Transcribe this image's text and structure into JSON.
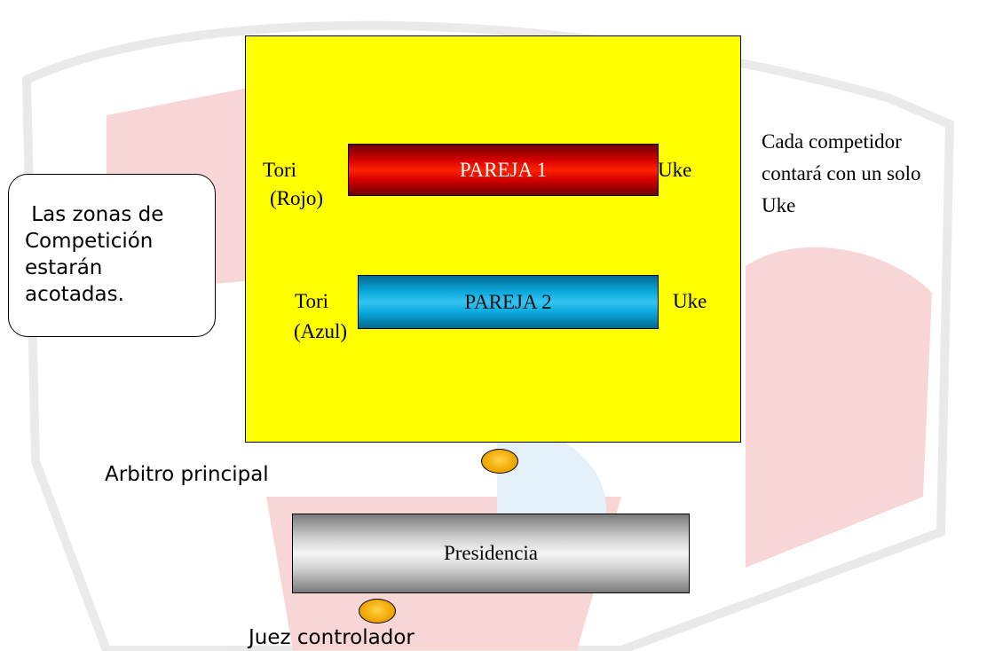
{
  "arena": {
    "fill": "#ffff00"
  },
  "pairs": [
    {
      "label": "PAREJA 1",
      "tori": "Tori",
      "tori_color": "(Rojo)",
      "uke": "Uke",
      "color": "#d40000"
    },
    {
      "label": "PAREJA 2",
      "tori": "Tori",
      "tori_color": "(Azul)",
      "uke": "Uke",
      "color": "#0aa8dc"
    }
  ],
  "side_note": {
    "lines": [
      "Cada competidor",
      "contará con un solo",
      "Uke"
    ]
  },
  "zone_note": {
    "lines": [
      " Las zonas de",
      "Competición",
      "estarán",
      "acotadas."
    ]
  },
  "arbitro_label": "Arbitro principal",
  "presidencia_label": "Presidencia",
  "juez_label": "Juez controlador"
}
